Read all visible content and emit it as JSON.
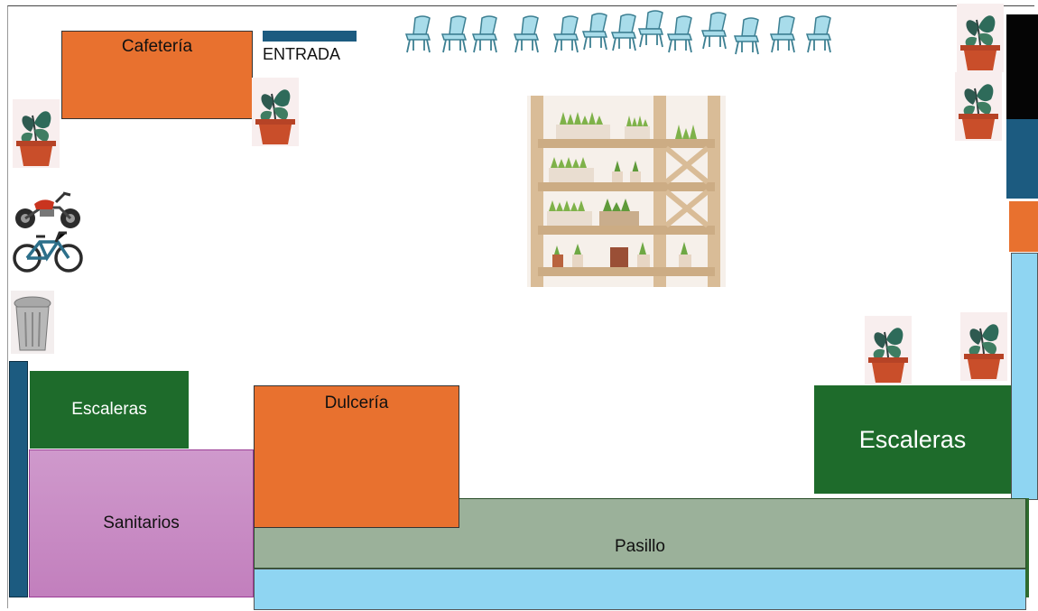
{
  "plan": {
    "entrance": {
      "label": "ENTRADA",
      "color": "#1c5b80"
    },
    "rooms": {
      "cafeteria": {
        "label": "Cafetería",
        "color": "#e8712f"
      },
      "escaleras_left": {
        "label": "Escaleras",
        "color": "#1e6b2b"
      },
      "sanitarios": {
        "label": "Sanitarios",
        "color": "#c27fbd"
      },
      "dulceria": {
        "label": "Dulcería",
        "color": "#e8712f"
      },
      "pasillo": {
        "label": "Pasillo",
        "color": "#9bb19a"
      },
      "escaleras_right": {
        "label": "Escaleras",
        "color": "#1e6b2b"
      }
    },
    "icons": [
      "chair-icon",
      "potted-plant-icon",
      "motorcycle-icon",
      "bicycle-icon",
      "trash-can-icon",
      "plant-shelf-icon"
    ],
    "accent_colors": {
      "light_blue": "#8fd5f2",
      "navy": "#1c5b80",
      "black": "#050505"
    }
  }
}
